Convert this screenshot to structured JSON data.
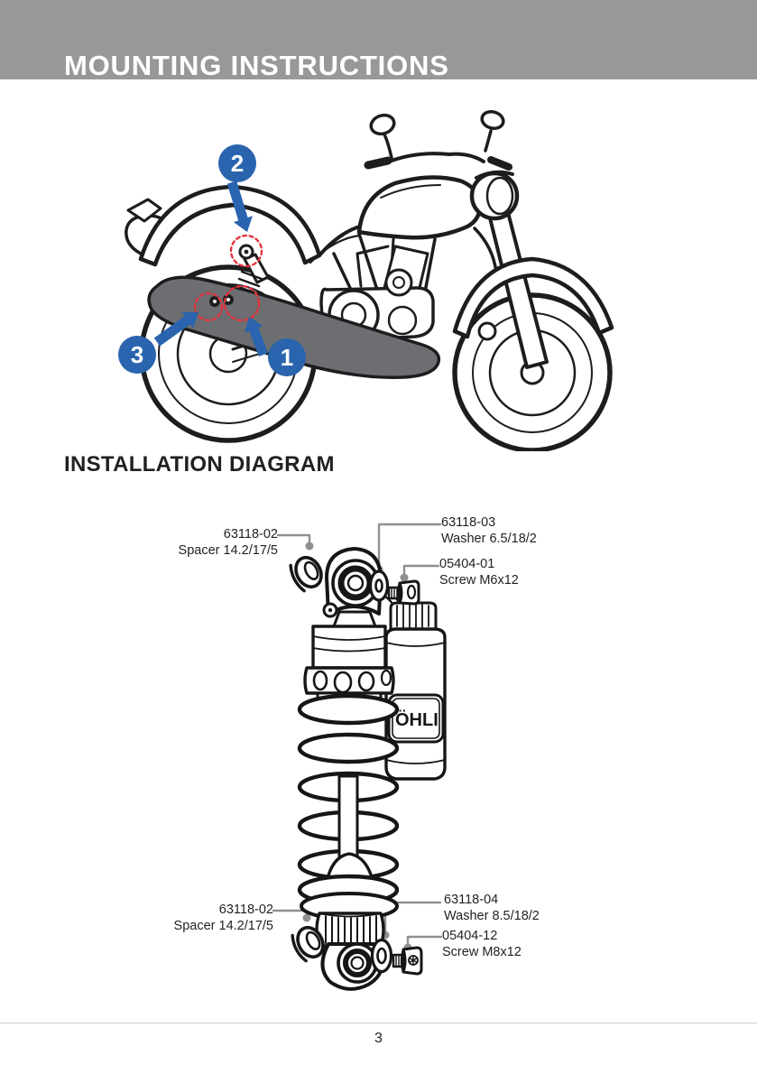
{
  "page": {
    "header_title": "MOUNTING INSTRUCTIONS",
    "section_title": "INSTALLATION DIAGRAM",
    "page_number": "3"
  },
  "colors": {
    "header_bg": "#97989a",
    "callout_blue": "#2a64ae",
    "highlight_red": "#e5303b",
    "exhaust_gray": "#6d6e71",
    "leader_gray": "#8e9093",
    "ink": "#1d1d1f",
    "text": "#231f20",
    "footer_rule": "#c9cacb"
  },
  "mounting_figure": {
    "callouts": [
      {
        "number": "1"
      },
      {
        "number": "2"
      },
      {
        "number": "3"
      }
    ]
  },
  "installation_diagram": {
    "brand": "ÖHLINS",
    "labels": [
      {
        "part_no": "63118-02",
        "desc": "Spacer 14.2/17/5"
      },
      {
        "part_no": "63118-03",
        "desc": "Washer 6.5/18/2"
      },
      {
        "part_no": "05404-01",
        "desc": "Screw M6x12"
      },
      {
        "part_no": "63118-02",
        "desc": "Spacer 14.2/17/5"
      },
      {
        "part_no": "63118-04",
        "desc": "Washer 8.5/18/2"
      },
      {
        "part_no": "05404-12",
        "desc": "Screw M8x12"
      }
    ]
  }
}
